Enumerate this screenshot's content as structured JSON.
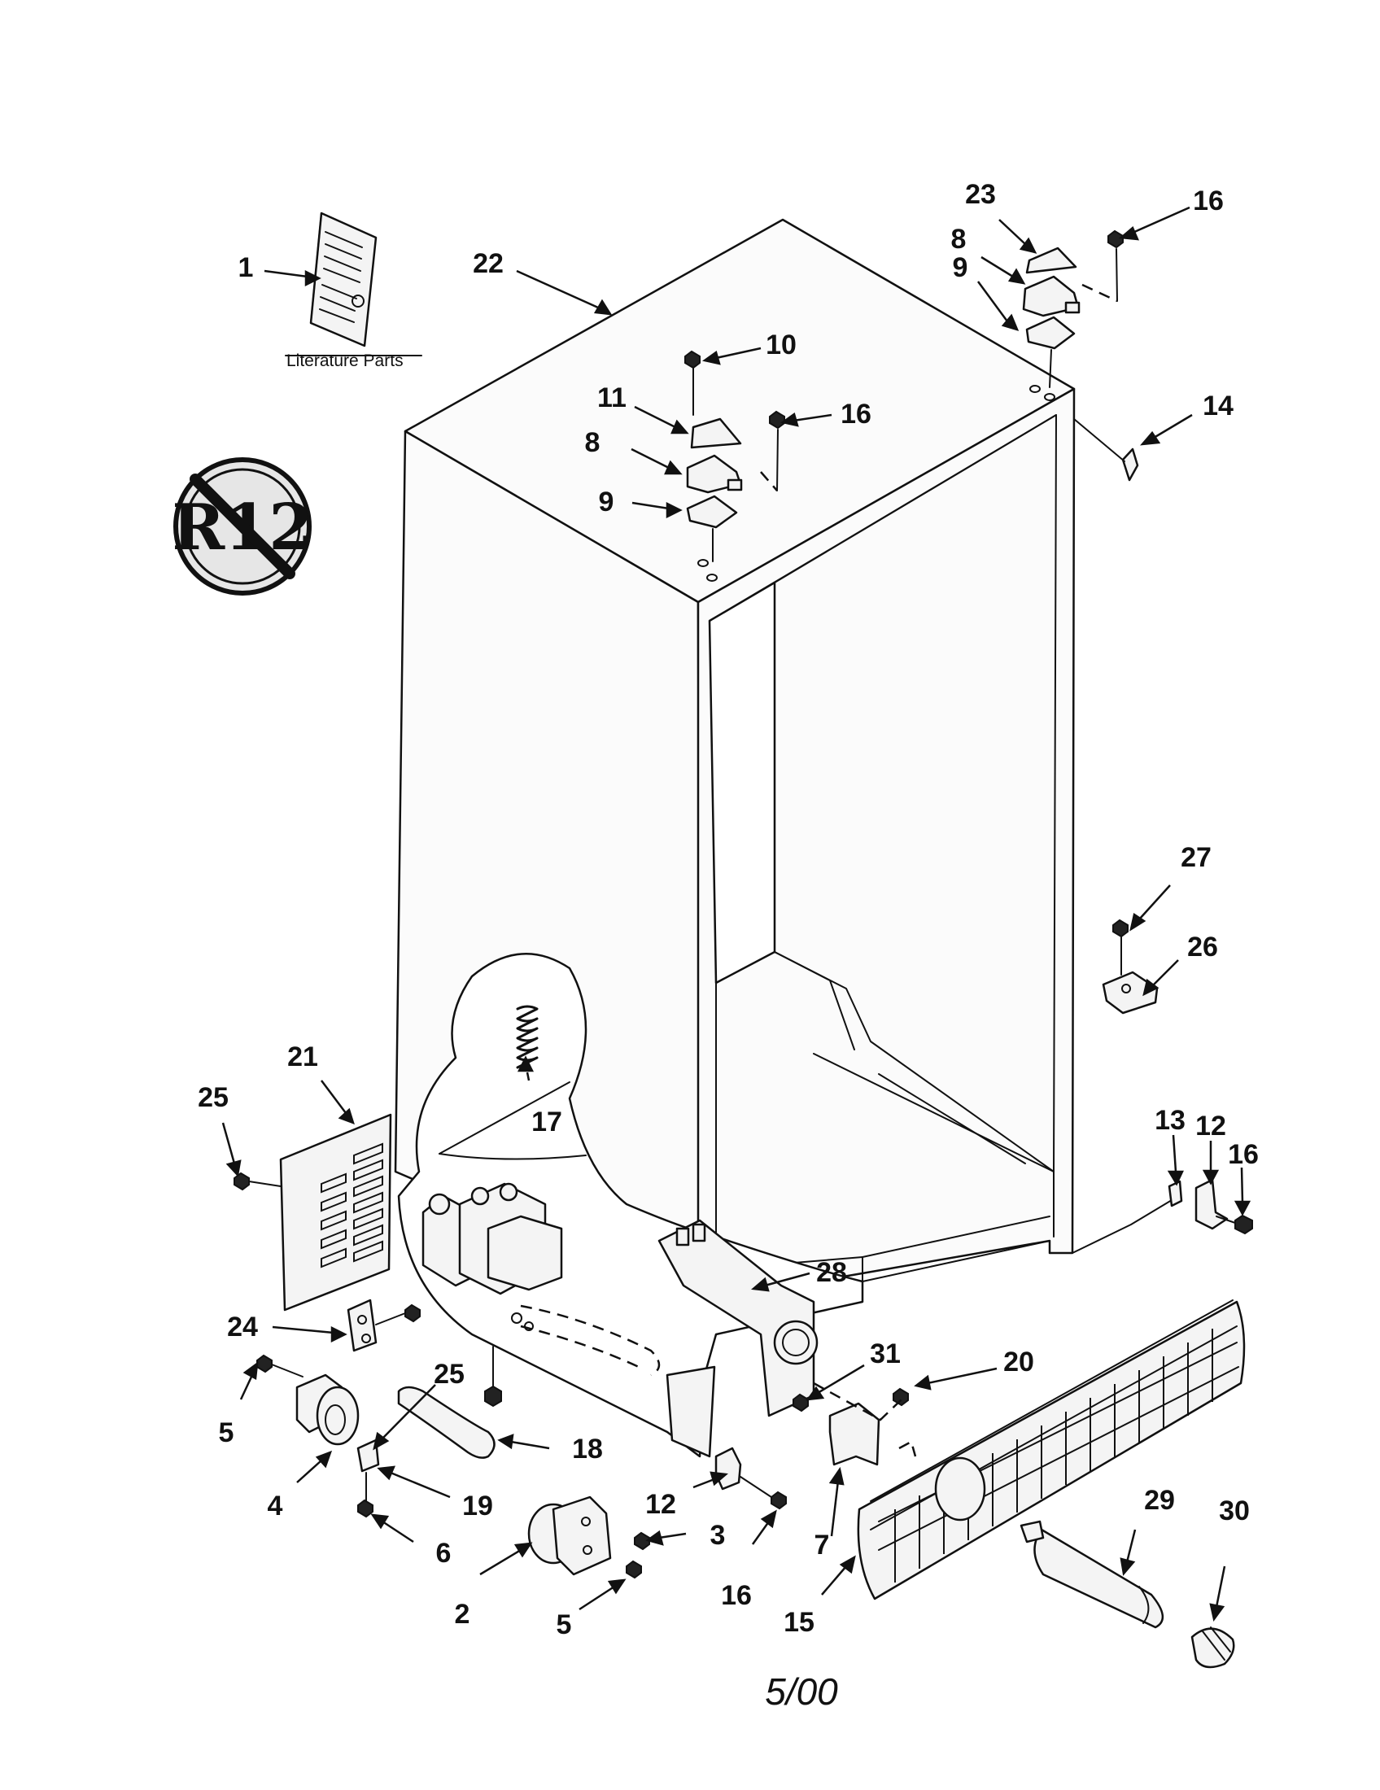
{
  "diagram": {
    "labels": [
      {
        "id": "1",
        "text": "1"
      },
      {
        "id": "22",
        "text": "22"
      },
      {
        "id": "23",
        "text": "23"
      },
      {
        "id": "16a",
        "text": "16"
      },
      {
        "id": "8a",
        "text": "8"
      },
      {
        "id": "9a",
        "text": "9"
      },
      {
        "id": "10",
        "text": "10"
      },
      {
        "id": "11",
        "text": "11"
      },
      {
        "id": "16b",
        "text": "16"
      },
      {
        "id": "8b",
        "text": "8"
      },
      {
        "id": "9b",
        "text": "9"
      },
      {
        "id": "14",
        "text": "14"
      },
      {
        "id": "27",
        "text": "27"
      },
      {
        "id": "26",
        "text": "26"
      },
      {
        "id": "21",
        "text": "21"
      },
      {
        "id": "25a",
        "text": "25"
      },
      {
        "id": "17",
        "text": "17"
      },
      {
        "id": "13",
        "text": "13"
      },
      {
        "id": "12a",
        "text": "12"
      },
      {
        "id": "16c",
        "text": "16"
      },
      {
        "id": "28",
        "text": "28"
      },
      {
        "id": "24",
        "text": "24"
      },
      {
        "id": "31",
        "text": "31"
      },
      {
        "id": "20",
        "text": "20"
      },
      {
        "id": "25b",
        "text": "25"
      },
      {
        "id": "5a",
        "text": "5"
      },
      {
        "id": "18",
        "text": "18"
      },
      {
        "id": "4",
        "text": "4"
      },
      {
        "id": "19",
        "text": "19"
      },
      {
        "id": "12b",
        "text": "12"
      },
      {
        "id": "3",
        "text": "3"
      },
      {
        "id": "7",
        "text": "7"
      },
      {
        "id": "29",
        "text": "29"
      },
      {
        "id": "30",
        "text": "30"
      },
      {
        "id": "6",
        "text": "6"
      },
      {
        "id": "16d",
        "text": "16"
      },
      {
        "id": "2",
        "text": "2"
      },
      {
        "id": "5b",
        "text": "5"
      },
      {
        "id": "15",
        "text": "15"
      }
    ],
    "literature_caption": "Literature Parts",
    "badge_text": "R12",
    "date_note": "5/00"
  }
}
